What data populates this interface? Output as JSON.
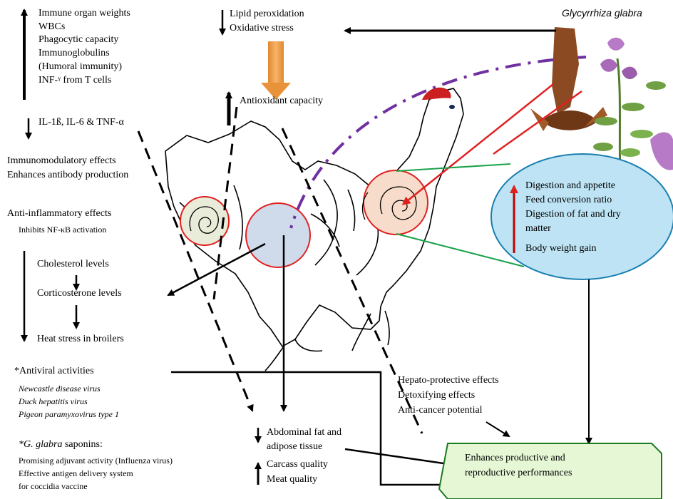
{
  "source_plant": {
    "name": "Glycyrrhiza glabra"
  },
  "immunity": {
    "increased": [
      "Immune organ weights",
      "WBCs",
      "Phagocytic capacity",
      "Immunoglobulins",
      "(Humoral immunity)",
      "INF-ᵞ from T cells"
    ],
    "decreased": "IL-1ß, IL-6 & TNF-α"
  },
  "immunomodulatory": [
    "Immunomodulatory effects",
    "Enhances antibody production"
  ],
  "anti_inflammatory": {
    "title": "Anti-inflammatory effects",
    "detail": "Inhibits NF-κB activation"
  },
  "stress_chain": [
    "Cholesterol levels",
    "Corticosterone levels",
    "Heat stress in broilers"
  ],
  "antiviral": {
    "title": "*Antiviral activities",
    "viruses": [
      "Newcastle disease virus",
      "Duck hepatitis virus",
      "Pigeon paramyxovirus type 1"
    ]
  },
  "saponins": {
    "title_italic": "*G. glabra",
    "title_rest": " saponins:",
    "lines": [
      "Promising adjuvant activity (Influenza virus)",
      "Effective antigen delivery system",
      "for coccidia vaccine"
    ]
  },
  "oxidative": {
    "decreased": [
      "Lipid peroxidation",
      "Oxidative stress"
    ],
    "increased": "Antioxidant capacity"
  },
  "digestion": [
    "Digestion  and appetite",
    "Feed conversion ratio",
    "Digestion of fat and dry",
    "matter",
    "Body weight gain"
  ],
  "liver": [
    "Hepato-protective effects",
    "Detoxifying  effects",
    "Anti-cancer potential"
  ],
  "carcass": {
    "decreased": [
      "Abdominal fat and",
      "adipose tissue"
    ],
    "increased": [
      "Carcass quality",
      "Meat quality"
    ]
  },
  "outcome": [
    "Enhances productive and",
    "reproductive  performances"
  ],
  "colors": {
    "purple": "#7030a0",
    "red": "#e02020",
    "orange": "#f0a050",
    "green_line": "#1aa34a",
    "ellipse_fill": "#bde3f4",
    "outcome_fill": "#e6f7d6",
    "outcome_stroke": "#1a7a20"
  }
}
